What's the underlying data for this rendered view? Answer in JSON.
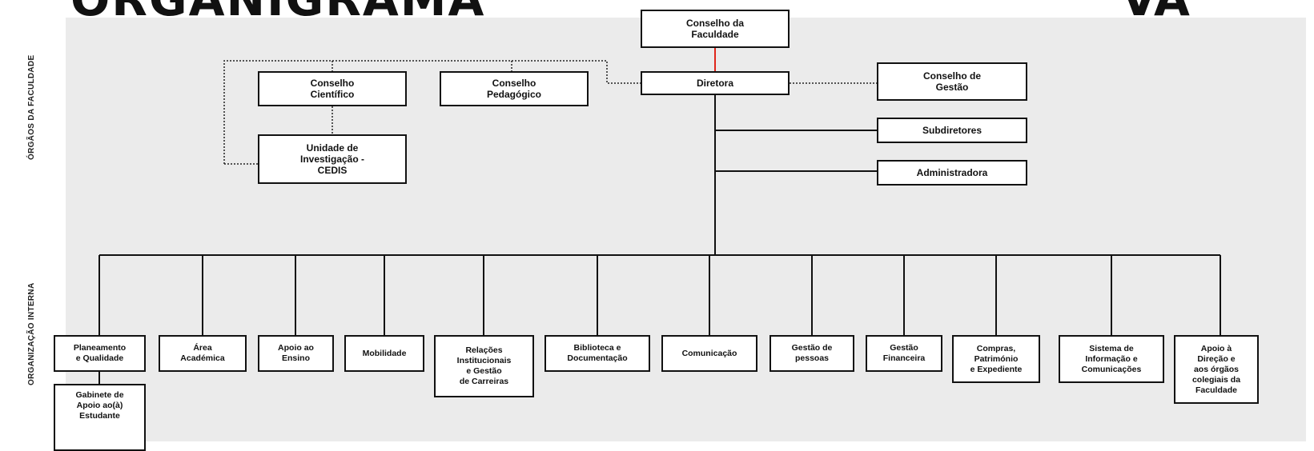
{
  "header": {
    "title": "ORGANIGRAMA",
    "logo_text": "VA"
  },
  "side_labels": {
    "orgaos": "ÓRGÃOS DA FACULDADE",
    "organizacao": "ORGANIZAÇÃO INTERNA"
  },
  "governance": {
    "conselho_faculdade": "Conselho da\nFaculdade",
    "diretora": "Diretora",
    "conselho_cientifico": "Conselho\nCientífico",
    "conselho_pedagogico": "Conselho\nPedagógico",
    "conselho_gestao": "Conselho de\nGestão",
    "subdiretores": "Subdiretores",
    "administradora": "Administradora",
    "unidade_investigacao": "Unidade de\nInvestigação -\nCEDIS"
  },
  "departments": [
    {
      "label": "Planeamento\ne Qualidade"
    },
    {
      "label": "Área\nAcadémica"
    },
    {
      "label": "Apoio ao\nEnsino"
    },
    {
      "label": "Mobilidade"
    },
    {
      "label": "Relações\nInstitucionais\ne Gestão\nde Carreiras"
    },
    {
      "label": "Biblioteca e\nDocumentação"
    },
    {
      "label": "Comunicação"
    },
    {
      "label": "Gestão de\npessoas"
    },
    {
      "label": "Gestão\nFinanceira"
    },
    {
      "label": "Compras,\nPatrimónio\ne Expediente"
    },
    {
      "label": "Sistema de\nInformação e\nComunicações"
    },
    {
      "label": "Apoio à\nDireção e\naos órgãos\ncolegiais da\nFaculdade"
    }
  ],
  "sub_units": {
    "gabinete": "Gabinete de\nApoio ao(à)\nEstudante"
  },
  "colors": {
    "background_panel": "#ebebeb",
    "line": "#111111",
    "accent_red": "#e0261b"
  }
}
